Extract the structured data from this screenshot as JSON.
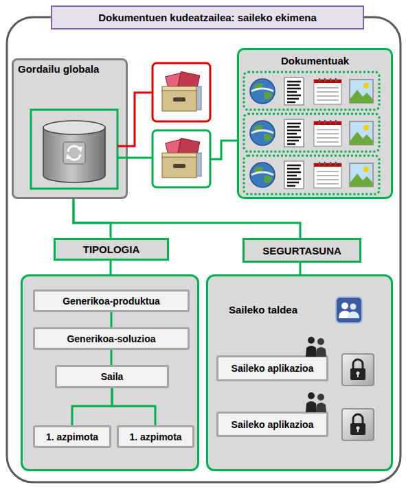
{
  "diagram": {
    "title": "Dokumentuen kudeatzailea: saileko ekimena",
    "nodes": [
      {
        "text": [
          "Gordailu globala"
        ]
      },
      {
        "text": [
          "Dokumentuak"
        ]
      },
      {
        "text": [
          "TIPOLOGIA"
        ]
      },
      {
        "text": [
          "Generikoa-produktua"
        ],
        "in": 2
      },
      {
        "text": [
          "Generikoa-soluzioa"
        ],
        "in": 2
      },
      {
        "text": [
          "Saila"
        ],
        "in": 2
      },
      {
        "text": [
          "1. azpimota"
        ],
        "in": 2
      },
      {
        "text": [
          "1. azpimota"
        ],
        "in": 2
      },
      {
        "text": [
          "SEGURTASUNA",
          "Saileko taldea"
        ]
      },
      {
        "text": [
          "Saileko aplikazioa"
        ],
        "in": 8
      },
      {
        "text": [
          "Saileko aplikazioa"
        ],
        "in": 8
      }
    ],
    "edges": [
      {
        "from": 0,
        "to": 2,
        "arrow": "none"
      },
      {
        "from": 0,
        "to": 8,
        "arrow": "none"
      },
      {
        "from": 3,
        "to": 4,
        "arrow": "none"
      },
      {
        "from": 4,
        "to": 5,
        "arrow": "none"
      },
      {
        "from": 5,
        "to": 6,
        "arrow": "none"
      },
      {
        "from": 5,
        "to": 7,
        "arrow": "none"
      }
    ]
  }
}
